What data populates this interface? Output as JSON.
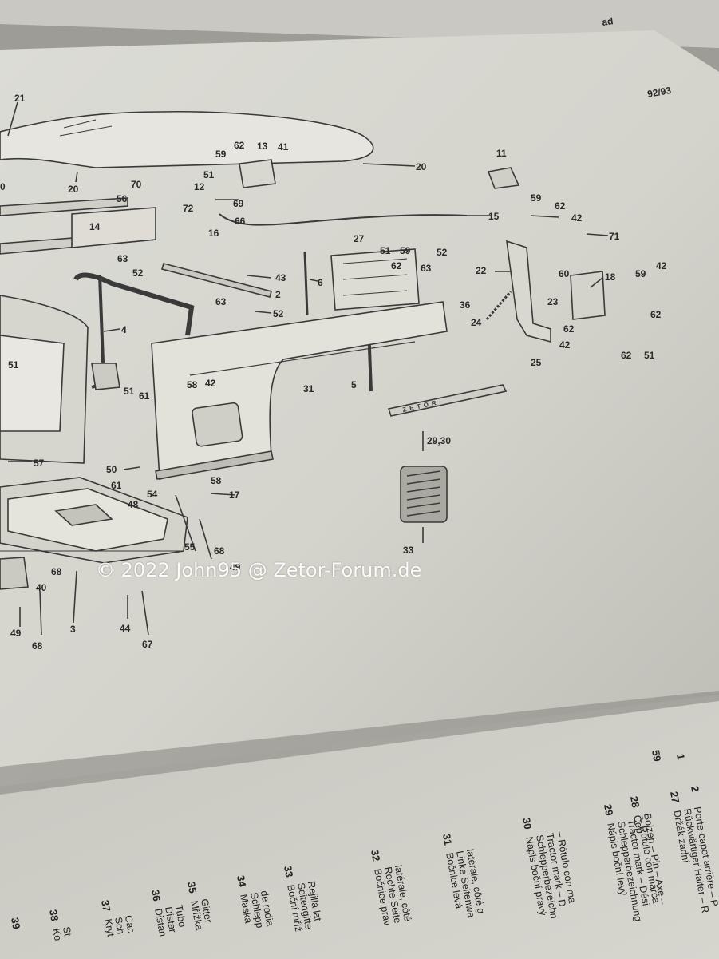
{
  "page": {
    "page_number": "92/93",
    "corner_mark": "ad"
  },
  "callouts": [
    {
      "id": "c21",
      "text": "21"
    },
    {
      "id": "c0",
      "text": "0"
    },
    {
      "id": "c20a",
      "text": "20"
    },
    {
      "id": "c20b",
      "text": "20"
    },
    {
      "id": "c59a",
      "text": "59"
    },
    {
      "id": "c62a",
      "text": "62"
    },
    {
      "id": "c13",
      "text": "13"
    },
    {
      "id": "c41",
      "text": "41"
    },
    {
      "id": "c51a",
      "text": "51"
    },
    {
      "id": "c12",
      "text": "12"
    },
    {
      "id": "c72",
      "text": "72"
    },
    {
      "id": "c69",
      "text": "69"
    },
    {
      "id": "c66",
      "text": "66"
    },
    {
      "id": "c16",
      "text": "16"
    },
    {
      "id": "c15",
      "text": "15"
    },
    {
      "id": "c11",
      "text": "11"
    },
    {
      "id": "c59b",
      "text": "59"
    },
    {
      "id": "c62b",
      "text": "62"
    },
    {
      "id": "c42a",
      "text": "42"
    },
    {
      "id": "c71",
      "text": "71"
    },
    {
      "id": "c70",
      "text": "70"
    },
    {
      "id": "c56",
      "text": "56"
    },
    {
      "id": "c14",
      "text": "14"
    },
    {
      "id": "c63a",
      "text": "63"
    },
    {
      "id": "c52a",
      "text": "52"
    },
    {
      "id": "c43",
      "text": "43"
    },
    {
      "id": "c2",
      "text": "2"
    },
    {
      "id": "c63b",
      "text": "63"
    },
    {
      "id": "c52b",
      "text": "52"
    },
    {
      "id": "c6",
      "text": "6"
    },
    {
      "id": "c27",
      "text": "27"
    },
    {
      "id": "c51b",
      "text": "51"
    },
    {
      "id": "c59c",
      "text": "59"
    },
    {
      "id": "c62c",
      "text": "62"
    },
    {
      "id": "c63c",
      "text": "63"
    },
    {
      "id": "c52c",
      "text": "52"
    },
    {
      "id": "c22",
      "text": "22"
    },
    {
      "id": "c36",
      "text": "36"
    },
    {
      "id": "c60",
      "text": "60"
    },
    {
      "id": "c23",
      "text": "23"
    },
    {
      "id": "c18",
      "text": "18"
    },
    {
      "id": "c42b",
      "text": "42"
    },
    {
      "id": "c59d",
      "text": "59"
    },
    {
      "id": "c62d",
      "text": "62"
    },
    {
      "id": "c24",
      "text": "24"
    },
    {
      "id": "c62e",
      "text": "62"
    },
    {
      "id": "c42c",
      "text": "42"
    },
    {
      "id": "c62f",
      "text": "62"
    },
    {
      "id": "c51c",
      "text": "51"
    },
    {
      "id": "c25",
      "text": "25"
    },
    {
      "id": "c4",
      "text": "4"
    },
    {
      "id": "c51d",
      "text": "51"
    },
    {
      "id": "c51e",
      "text": "51"
    },
    {
      "id": "c61a",
      "text": "61"
    },
    {
      "id": "c58a",
      "text": "58"
    },
    {
      "id": "c42d",
      "text": "42"
    },
    {
      "id": "c31",
      "text": "31"
    },
    {
      "id": "c5",
      "text": "5"
    },
    {
      "id": "c29",
      "text": "29,30"
    },
    {
      "id": "c57",
      "text": "57"
    },
    {
      "id": "c50",
      "text": "50"
    },
    {
      "id": "c61b",
      "text": "61"
    },
    {
      "id": "c58b",
      "text": "58"
    },
    {
      "id": "c17",
      "text": "17"
    },
    {
      "id": "c54",
      "text": "54"
    },
    {
      "id": "c48",
      "text": "48"
    },
    {
      "id": "c33",
      "text": "33"
    },
    {
      "id": "c55",
      "text": "55"
    },
    {
      "id": "c68a",
      "text": "68"
    },
    {
      "id": "c49a",
      "text": "49"
    },
    {
      "id": "c68b",
      "text": "68"
    },
    {
      "id": "c40",
      "text": "40"
    },
    {
      "id": "c3",
      "text": "3"
    },
    {
      "id": "c44",
      "text": "44"
    },
    {
      "id": "c67",
      "text": "67"
    },
    {
      "id": "c49b",
      "text": "49"
    },
    {
      "id": "c68c",
      "text": "68"
    }
  ],
  "parts_list": {
    "column_headers": [
      "1",
      "2"
    ],
    "entries": [
      {
        "num": "27",
        "lines": [
          "Držák zadní",
          "Rückwärtiger Halter – R",
          "Porte-capot arrière – P"
        ]
      },
      {
        "num": "28",
        "lines": [
          "Čep",
          "Bolzen – Pin – Axe –"
        ]
      },
      {
        "num": "29",
        "lines": [
          "Nápis boční levý",
          "Schlepperbezeichnung",
          "Tractor mark – Dési",
          "– Rótulo con marca"
        ]
      },
      {
        "num": "30",
        "lines": [
          "Nápis boční pravý",
          "Schlepperbezeichn",
          "Tractor mark – D",
          "– Rótulo con ma"
        ]
      },
      {
        "num": "31",
        "lines": [
          "Bočnice levá",
          "Linke Seitenwa",
          "latérale, côté g"
        ]
      },
      {
        "num": "32",
        "lines": [
          "Bočnice prav",
          "Rechte Seite",
          "latérale, côté"
        ]
      },
      {
        "num": "33",
        "lines": [
          "Boční mříž",
          "Seitengitte",
          "Rejilla lat"
        ]
      },
      {
        "num": "34",
        "lines": [
          "Maska",
          "Schlepp",
          "de radia"
        ]
      },
      {
        "num": "35",
        "lines": [
          "Mřížka",
          "Gitter"
        ]
      },
      {
        "num": "36",
        "lines": [
          "Distan",
          "Distar",
          "Tubo"
        ]
      },
      {
        "num": "37",
        "lines": [
          "Kryt",
          "Sch",
          "Cac"
        ]
      },
      {
        "num": "38",
        "lines": [
          "Ko",
          "St"
        ]
      },
      {
        "num": "39",
        "lines": [
          ""
        ]
      }
    ],
    "margin_number": "59"
  },
  "emblem_text": "ZETOR",
  "watermark": "© 2022 John95 @ Zetor-Forum.de"
}
